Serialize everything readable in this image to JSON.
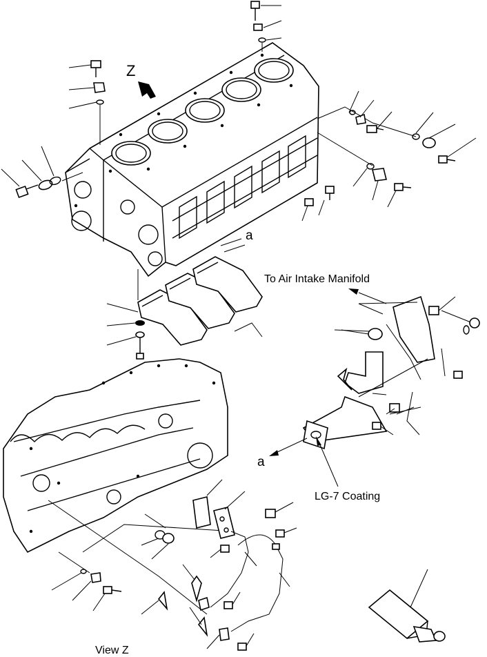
{
  "labels": {
    "view_letter": "Z",
    "ref_a_top": "a",
    "ref_a_bottom": "a",
    "air_intake_note": "To Air Intake Manifold",
    "coating_note": "LG-7 Coating",
    "view_caption": "View Z"
  }
}
